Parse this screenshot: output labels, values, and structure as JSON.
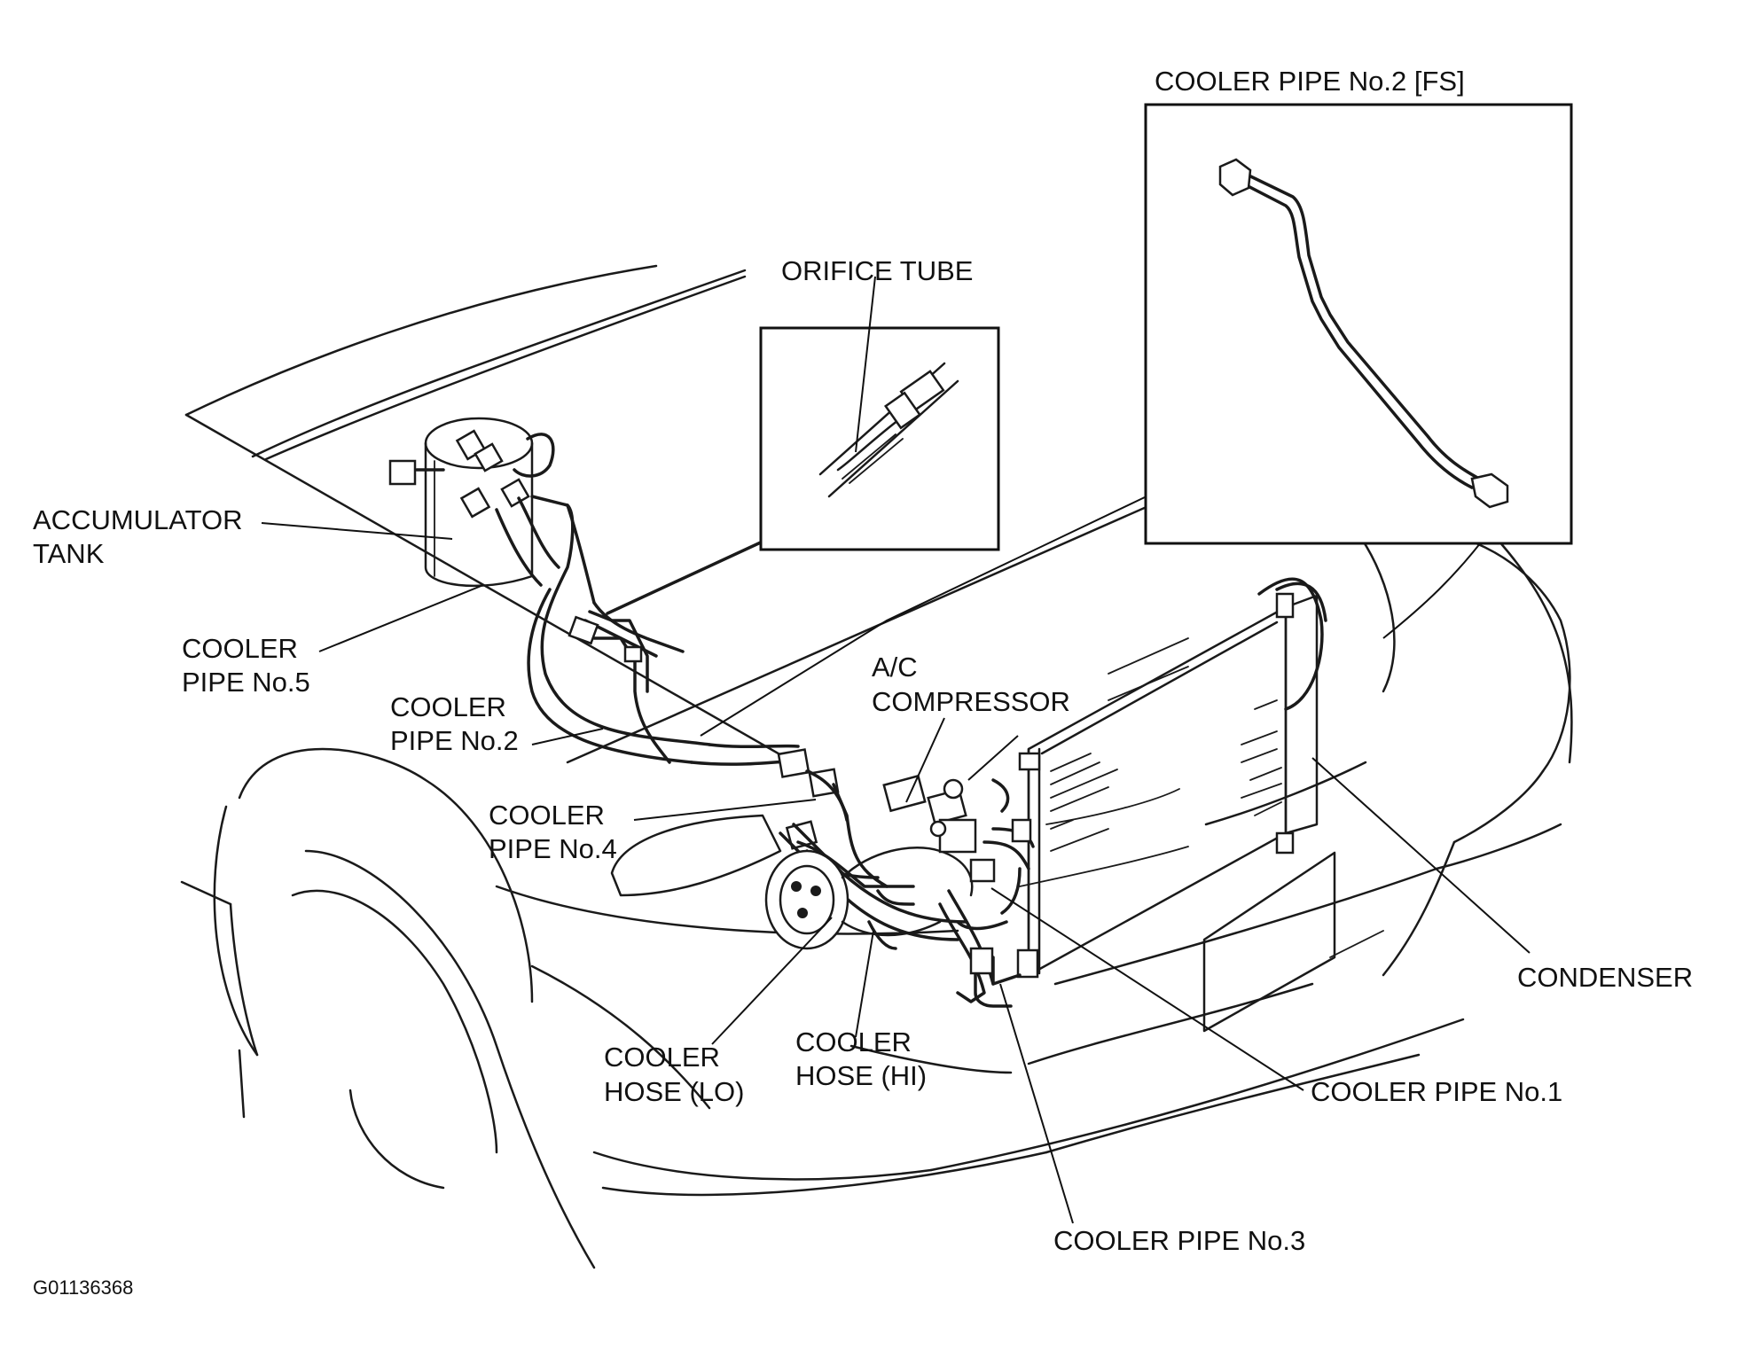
{
  "labels": {
    "orifice_tube": "ORIFICE TUBE",
    "cooler_pipe_no2_fs": "COOLER PIPE No.2 [FS]",
    "accumulator_tank_1": "ACCUMULATOR",
    "accumulator_tank_2": "TANK",
    "cooler_pipe_no5_1": "COOLER",
    "cooler_pipe_no5_2": "PIPE No.5",
    "cooler_pipe_no2_1": "COOLER",
    "cooler_pipe_no2_2": "PIPE No.2",
    "ac_compressor_1": "A/C",
    "ac_compressor_2": "COMPRESSOR",
    "cooler_pipe_no4_1": "COOLER",
    "cooler_pipe_no4_2": "PIPE No.4",
    "condenser": "CONDENSER",
    "cooler_hose_lo_1": "COOLER",
    "cooler_hose_lo_2": "HOSE (LO)",
    "cooler_hose_hi_1": "COOLER",
    "cooler_hose_hi_2": "HOSE (HI)",
    "cooler_pipe_no1": "COOLER PIPE No.1",
    "cooler_pipe_no3": "COOLER PIPE No.3"
  },
  "figure_code": "G01136368"
}
